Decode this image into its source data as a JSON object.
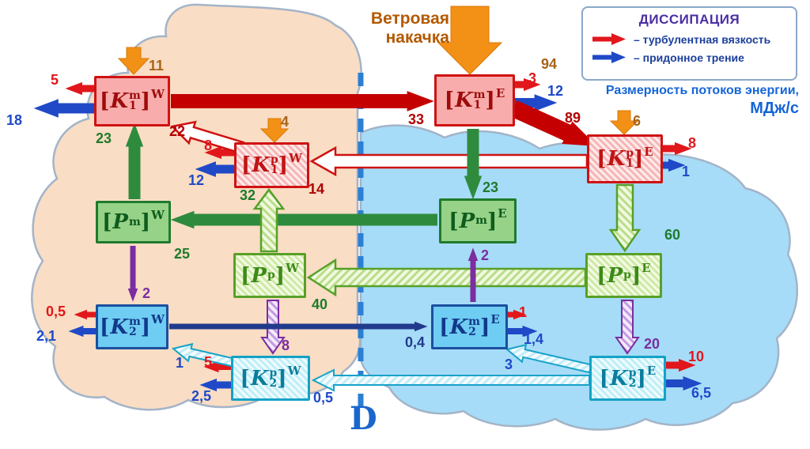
{
  "wind": {
    "line1": "Ветровая",
    "line2": "накачка",
    "input_west_k1m": "11",
    "input_west_k1p": "4",
    "input_east_k1m": "94",
    "input_east_k1p": "6"
  },
  "legend": {
    "title": "ДИССИПАЦИЯ",
    "items": [
      {
        "label": "– турбулентная вязкость",
        "color": "#e1171c"
      },
      {
        "label": "– придонное трение",
        "color": "#1f49c7"
      }
    ],
    "units_line1": "Размерность потоков энергии,",
    "units_line2": "МДж/с"
  },
  "divider": {
    "label": "D"
  },
  "boxes": {
    "k1m_w": {
      "open": "[",
      "sym": "K",
      "sup": "m",
      "sub": "1",
      "close": "]",
      "reg": "W"
    },
    "k1m_e": {
      "open": "[",
      "sym": "K",
      "sup": "m",
      "sub": "1",
      "close": "]",
      "reg": "E"
    },
    "k1p_w": {
      "open": "[",
      "sym": "K",
      "sup": "p",
      "sub": "1",
      "close": "]",
      "reg": "W"
    },
    "k1p_e": {
      "open": "[",
      "sym": "K",
      "sup": "p",
      "sub": "1",
      "close": "]",
      "reg": "E"
    },
    "pm_w": {
      "open": "[",
      "sym": "P",
      "sup": "m",
      "sub": "",
      "close": "]",
      "reg": "W"
    },
    "pm_e": {
      "open": "[",
      "sym": "P",
      "sup": "m",
      "sub": "",
      "close": "]",
      "reg": "E"
    },
    "pp_w": {
      "open": "[",
      "sym": "P",
      "sup": "p",
      "sub": "",
      "close": "]",
      "reg": "W"
    },
    "pp_e": {
      "open": "[",
      "sym": "P",
      "sup": "p",
      "sub": "",
      "close": "]",
      "reg": "E"
    },
    "k2m_w": {
      "open": "[",
      "sym": "K",
      "sup": "m",
      "sub": "2",
      "close": "]",
      "reg": "W"
    },
    "k2m_e": {
      "open": "[",
      "sym": "K",
      "sup": "m",
      "sub": "2",
      "close": "]",
      "reg": "E"
    },
    "k2p_w": {
      "open": "[",
      "sym": "K",
      "sup": "p",
      "sub": "2",
      "close": "]",
      "reg": "W"
    },
    "k2p_e": {
      "open": "[",
      "sym": "K",
      "sup": "p",
      "sub": "2",
      "close": "]",
      "reg": "E"
    }
  },
  "flows": {
    "k1mw_visc": "5",
    "k1mw_fric": "18",
    "pmw_to_k1mw": "23",
    "k1pw_to_k1mw": "22",
    "k1mw_to_k1me": "33",
    "k1pw_visc": "8",
    "k1pw_fric": "12",
    "k1pe_to_k1pw": "14",
    "ppw_to_k1pw": "32",
    "pme_to_pmw": "25",
    "pmw_to_k2mw": "2",
    "ppe_to_ppw": "40",
    "ppw_to_k2pw": "8",
    "k2mw_visc": "0,5",
    "k2mw_fric": "2,1",
    "k2mw_to_k2me": "0,4",
    "k2pw_to_k2mw": "1",
    "k2pw_visc": "5",
    "k2pw_fric": "2,5",
    "k2pe_to_k2pw": "0,5",
    "k1me_visc": "3",
    "k1me_fric": "12",
    "k1me_to_k1pe": "89",
    "k1me_to_pme": "23",
    "k1pe_visc": "8",
    "k1pe_fric": "1",
    "k1pe_to_ppe": "60",
    "k2me_to_pme": "2",
    "k2me_visc": "1",
    "k2me_fric": "1,4",
    "ppe_to_k2pe": "20",
    "k2pe_to_k2me": "3",
    "k2pe_visc": "10",
    "k2pe_fric": "6,5"
  },
  "colors": {
    "viscosity_red": "#e1171c",
    "friction_blue": "#1f49c7",
    "big_red": "#c40000",
    "green": "#2e8b3d",
    "purple": "#7a2ea0",
    "navy": "#223a8c",
    "orange": "#f39016",
    "west_basin": "#f9ddc4",
    "east_basin": "#a6dcf7",
    "divider_blue": "#2b7fd4"
  }
}
